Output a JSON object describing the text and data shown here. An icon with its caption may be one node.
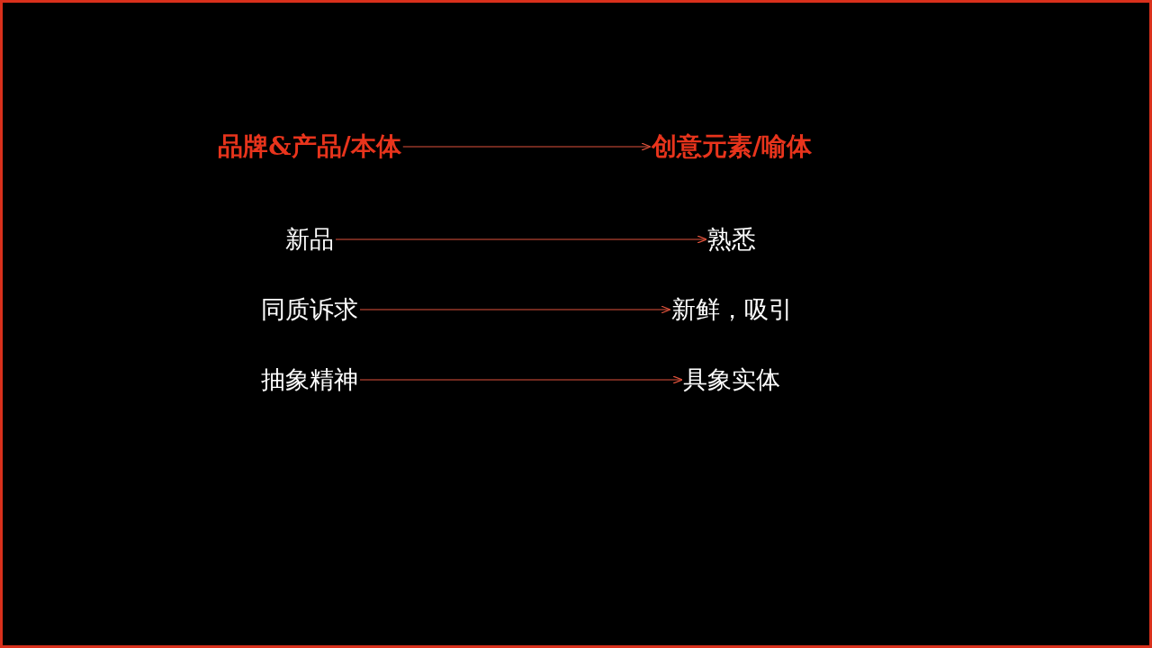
{
  "diagram": {
    "nodes": [
      {
        "text": [
          "品牌&产品/本体"
        ]
      },
      {
        "text": [
          "创意元素/喻体"
        ]
      },
      {
        "text": [
          "新品"
        ]
      },
      {
        "text": [
          "熟悉"
        ]
      },
      {
        "text": [
          "同质诉求"
        ]
      },
      {
        "text": [
          "新鲜，吸引"
        ]
      },
      {
        "text": [
          "抽象精神"
        ]
      },
      {
        "text": [
          "具象实体"
        ]
      }
    ],
    "edges": [
      {
        "from": 0,
        "to": 1,
        "arrow": "to"
      },
      {
        "from": 2,
        "to": 3,
        "arrow": "to"
      },
      {
        "from": 4,
        "to": 5,
        "arrow": "to"
      },
      {
        "from": 6,
        "to": 7,
        "arrow": "to"
      }
    ]
  }
}
